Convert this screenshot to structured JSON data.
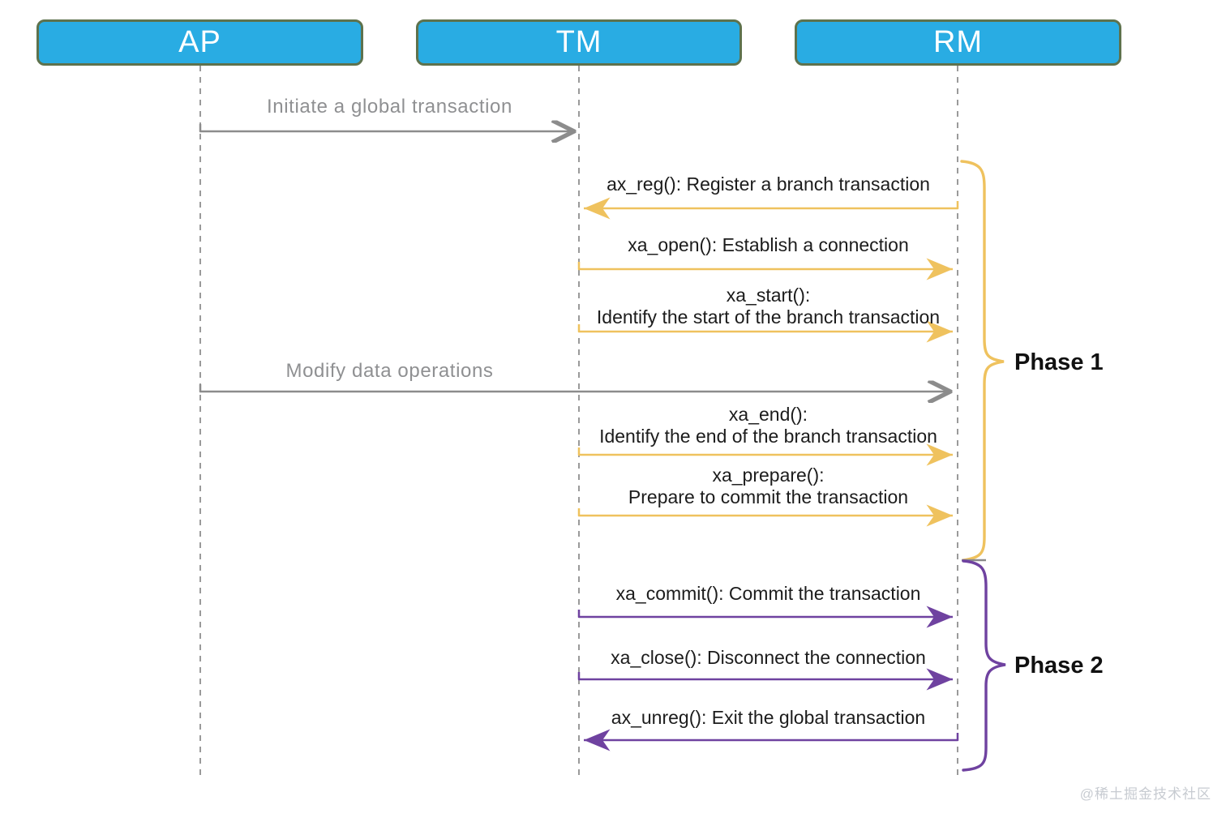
{
  "actors": [
    {
      "label": "AP"
    },
    {
      "label": "TM"
    },
    {
      "label": "RM"
    }
  ],
  "messages": [
    {
      "id": "initiate",
      "line1": "Initiate a global transaction",
      "from": "AP",
      "to": "TM",
      "color_group": "gray"
    },
    {
      "id": "ax_reg",
      "line1": "ax_reg(): Register a branch transaction",
      "from": "RM",
      "to": "TM",
      "color_group": "yellow"
    },
    {
      "id": "xa_open",
      "line1": "xa_open(): Establish a connection",
      "from": "TM",
      "to": "RM",
      "color_group": "yellow"
    },
    {
      "id": "xa_start",
      "line1": "xa_start():",
      "line2": "Identify the start of the branch transaction",
      "from": "TM",
      "to": "RM",
      "color_group": "yellow"
    },
    {
      "id": "modify",
      "line1": "Modify data operations",
      "from": "AP",
      "to": "RM",
      "color_group": "gray"
    },
    {
      "id": "xa_end",
      "line1": "xa_end():",
      "line2": "Identify the end of the branch transaction",
      "from": "TM",
      "to": "RM",
      "color_group": "yellow"
    },
    {
      "id": "xa_prepare",
      "line1": "xa_prepare():",
      "line2": "Prepare to commit the transaction",
      "from": "TM",
      "to": "RM",
      "color_group": "yellow"
    },
    {
      "id": "xa_commit",
      "line1": "xa_commit(): Commit the transaction",
      "from": "TM",
      "to": "RM",
      "color_group": "purple"
    },
    {
      "id": "xa_close",
      "line1": "xa_close(): Disconnect the connection",
      "from": "TM",
      "to": "RM",
      "color_group": "purple"
    },
    {
      "id": "ax_unreg",
      "line1": "ax_unreg(): Exit the global transaction",
      "from": "RM",
      "to": "TM",
      "color_group": "purple"
    }
  ],
  "phases": [
    {
      "label": "Phase 1"
    },
    {
      "label": "Phase 2"
    }
  ],
  "watermark": "@稀土掘金技术社区",
  "colors": {
    "actor_fill": "#29ACE3",
    "actor_border": "#5E724D",
    "gray_arrow": "#8C8C8C",
    "yellow_arrow": "#EFC25E",
    "purple_arrow": "#6F42A0"
  }
}
